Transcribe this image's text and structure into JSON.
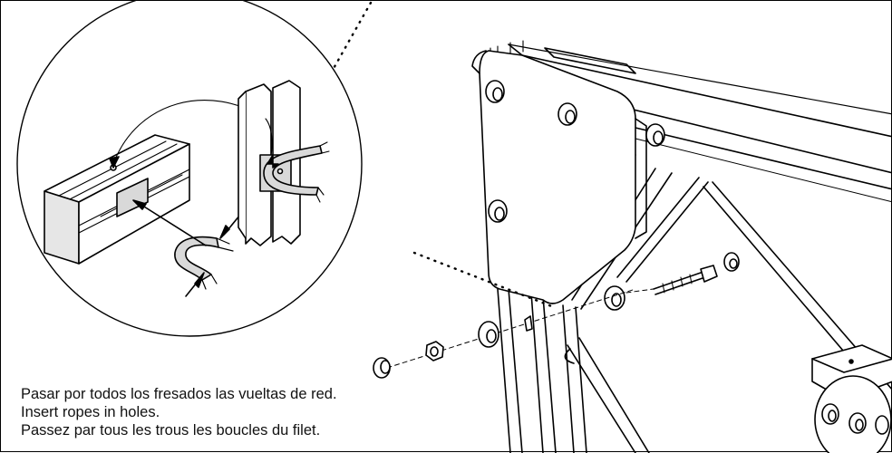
{
  "instructions": {
    "line_es": "Pasar por todos los fresados las vueltas de red.",
    "line_en": "Insert ropes in holes.",
    "line_fr": "Passez par tous les trous les boucles du filet."
  },
  "colors": {
    "line": "#000000",
    "background": "#ffffff",
    "rope_fill": "#d9d9d9",
    "face_fill": "#e6e6e6"
  },
  "icons": [
    "detail-magnifier-circle",
    "milled-block",
    "rope-loop",
    "bolt",
    "washer",
    "nut",
    "corner-plate",
    "pulley"
  ]
}
